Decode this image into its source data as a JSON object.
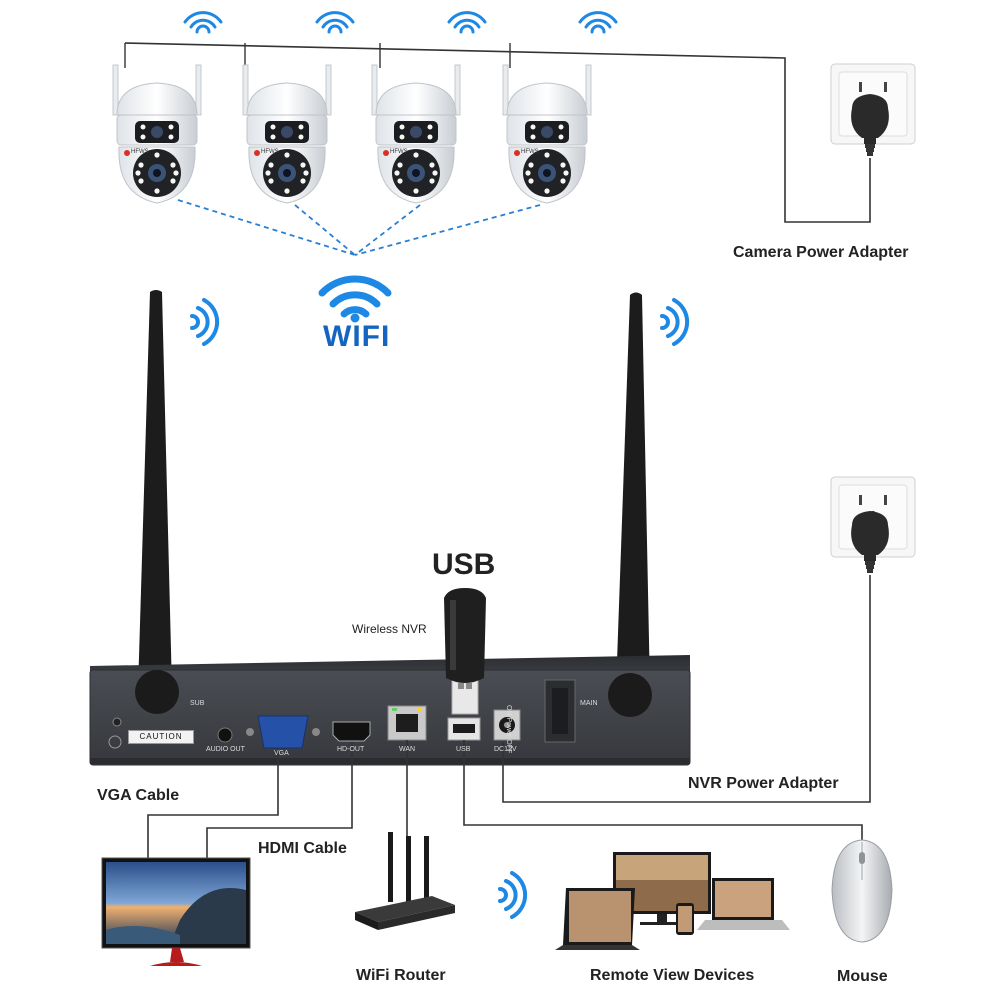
{
  "labels": {
    "camera_power_adapter": "Camera Power Adapter",
    "wifi": "WIFI",
    "usb": "USB",
    "wireless_nvr": "Wireless NVR",
    "nvr_power_adapter": "NVR Power Adapter",
    "vga_cable": "VGA Cable",
    "hdmi_cable": "HDMI Cable",
    "wifi_router": "WiFi Router",
    "remote_view_devices": "Remote View Devices",
    "mouse": "Mouse"
  },
  "nvr_ports": {
    "sub": "SUB",
    "main": "MAIN",
    "caution": "CAUTION",
    "audio_out": "AUDIO OUT",
    "vga": "VGA",
    "hdmi_out": "HD-OUT",
    "wan": "WAN",
    "usb": "USB",
    "dc12v": "DC12V",
    "power_switch": "ON Power OFF"
  },
  "camera_brand": "HFWS",
  "colors": {
    "wifi_blue": "#1e88e5",
    "nvr_body": "#3a3d42",
    "dashed_link": "#2a7fd4",
    "cable": "#333333"
  },
  "icons": [
    "wifi-signal-icon",
    "power-plug-icon",
    "wall-socket-icon",
    "antenna-icon",
    "usb-dongle-icon"
  ]
}
